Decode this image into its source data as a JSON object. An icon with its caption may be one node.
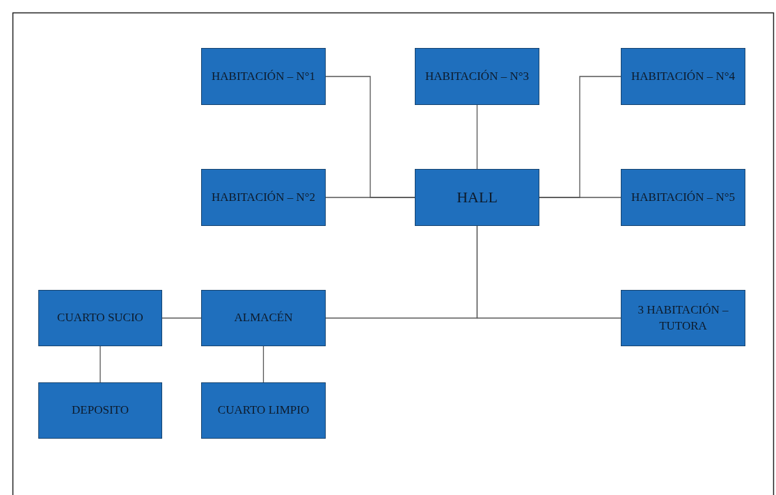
{
  "diagram": {
    "nodes": [
      {
        "text": [
          "HABITACIÓN – N°1"
        ]
      },
      {
        "text": [
          "HABITACIÓN – N°3"
        ]
      },
      {
        "text": [
          "HABITACIÓN – N°4"
        ]
      },
      {
        "text": [
          "HABITACIÓN – N°2"
        ]
      },
      {
        "text": [
          "HALL"
        ]
      },
      {
        "text": [
          "HABITACIÓN – N°5"
        ]
      },
      {
        "text": [
          "CUARTO SUCIO"
        ]
      },
      {
        "text": [
          "ALMACÉN"
        ]
      },
      {
        "text": [
          "3 HABITACIÓN – TUTORA"
        ]
      },
      {
        "text": [
          "DEPOSITO"
        ]
      },
      {
        "text": [
          "CUARTO LIMPIO"
        ]
      }
    ],
    "edges": [
      {
        "from": 0,
        "to": 4,
        "arrow": "none"
      },
      {
        "from": 3,
        "to": 4,
        "arrow": "none"
      },
      {
        "from": 1,
        "to": 4,
        "arrow": "none"
      },
      {
        "from": 2,
        "to": 4,
        "arrow": "none"
      },
      {
        "from": 5,
        "to": 4,
        "arrow": "none"
      },
      {
        "from": 4,
        "to": 7,
        "arrow": "none"
      },
      {
        "from": 4,
        "to": 8,
        "arrow": "none"
      },
      {
        "from": 7,
        "to": 6,
        "arrow": "none"
      },
      {
        "from": 7,
        "to": 10,
        "arrow": "none"
      },
      {
        "from": 6,
        "to": 9,
        "arrow": "none"
      }
    ]
  }
}
